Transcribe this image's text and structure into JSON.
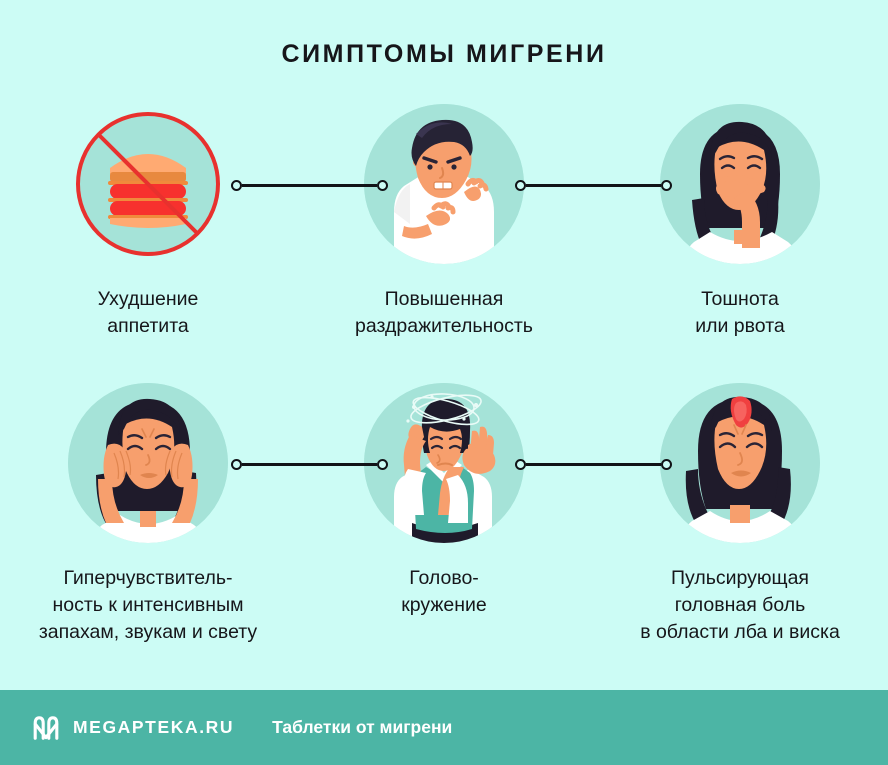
{
  "page": {
    "title": "СИМПТОМЫ МИГРЕНИ",
    "background_color": "#ccfcf5",
    "circle_color": "#a5e3d8",
    "text_color": "#16161a",
    "connector_color": "#111317"
  },
  "symptoms": [
    {
      "id": "appetite",
      "icon": "burger-prohibited-icon",
      "label": "Ухудшение\nаппетита"
    },
    {
      "id": "irritability",
      "icon": "angry-man-icon",
      "label": "Повышенная\nраздражительность"
    },
    {
      "id": "nausea",
      "icon": "woman-covering-mouth-icon",
      "label": "Тошнота\nили рвота"
    },
    {
      "id": "hypersensitivity",
      "icon": "woman-holding-temples-icon",
      "label": "Гиперчувствитель-\nность к интенсивным\nзапахам, звукам и свету"
    },
    {
      "id": "dizziness",
      "icon": "dizzy-woman-icon",
      "label": "Голово-\nкружение"
    },
    {
      "id": "headache",
      "icon": "woman-forehead-pain-icon",
      "label": "Пульсирующая\nголовная боль\nв области лба и виска"
    }
  ],
  "connectors": [
    {
      "id": "connector-row1-left",
      "from": "appetite",
      "to": "irritability"
    },
    {
      "id": "connector-row1-right",
      "from": "irritability",
      "to": "nausea"
    },
    {
      "id": "connector-row2-left",
      "from": "hypersensitivity",
      "to": "dizziness"
    },
    {
      "id": "connector-row2-right",
      "from": "dizziness",
      "to": "headache"
    }
  ],
  "footer": {
    "logo_icon": "megapteka-m-logo-icon",
    "brand": "MEGAPTEKA.RU",
    "link_text": "Таблетки от мигрени",
    "background_color": "#4cb5a5",
    "text_color": "#ffffff"
  }
}
